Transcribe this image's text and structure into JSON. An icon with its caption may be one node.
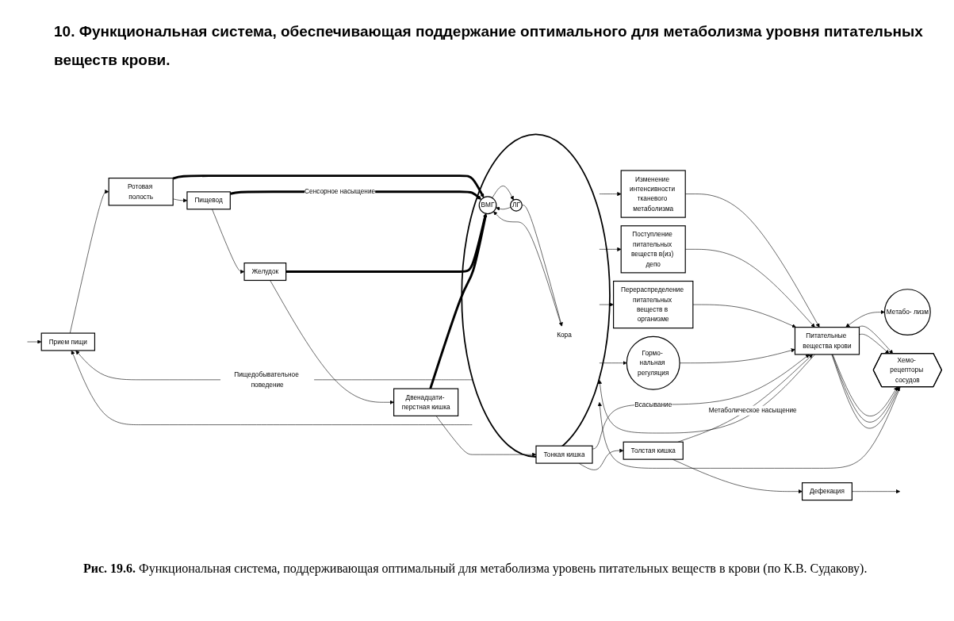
{
  "diagram": {
    "title": "10. Функциональная система, обеспечивающая поддержание оптимального для метаболизма уровня питательных веществ крови.",
    "caption": "**Рис. 19.6.** Функциональная система, поддерживающая оптимальный для метаболизма уровень питательных веществ в крови (по К.В. Судакову).",
    "nodes": [
      {
        "text": [
          "Прием пищи"
        ]
      },
      {
        "text": [
          "Ротовая полость"
        ]
      },
      {
        "text": [
          "Пищевод"
        ]
      },
      {
        "text": [
          "Желудок"
        ]
      },
      {
        "text": [
          "Двенадцати- перстная кишка"
        ]
      },
      {
        "text": [
          "Тонкая кишка"
        ]
      },
      {
        "text": [
          "Толстая кишка"
        ]
      },
      {
        "text": [
          "Дефекация"
        ]
      },
      {
        "text": [],
        "shape": "circle"
      },
      {
        "text": [
          "Кора"
        ],
        "in": 8
      },
      {
        "text": [
          "ЛГ"
        ],
        "in": 8
      },
      {
        "text": [
          "ВМГ"
        ],
        "in": 8
      },
      {
        "text": [
          "Изменение интенсивности тканевого метаболизма"
        ]
      },
      {
        "text": [
          "Поступление питательных веществ в(из) депо"
        ]
      },
      {
        "text": [
          "Перераспределение питательных веществ в организме"
        ]
      },
      {
        "text": [
          "Гормо- нальная регуляция"
        ]
      },
      {
        "text": [
          "Питательные вещества крови"
        ]
      },
      {
        "text": [
          "Метабо- лизм"
        ]
      },
      {
        "text": [
          "Хемо- рецепторы сосудов"
        ]
      }
    ],
    "edges": [
      {
        "from": null,
        "to": 0,
        "arrow": "to"
      },
      {
        "from": 0,
        "to": 1,
        "arrow": "to"
      },
      {
        "from": 1,
        "to": 11,
        "arrow": "to",
        "style": "thick"
      },
      {
        "from": 2,
        "to": 11,
        "arrow": "to",
        "style": "thick",
        "label": "Сенсорное насыщение"
      },
      {
        "from": 3,
        "to": 11,
        "arrow": "to",
        "style": "thick"
      },
      {
        "from": 4,
        "to": 11,
        "arrow": "to",
        "style": "thick"
      },
      {
        "from": 1,
        "to": 2,
        "arrow": "to"
      },
      {
        "from": 2,
        "to": 3,
        "arrow": "to"
      },
      {
        "from": 3,
        "to": 4,
        "arrow": "to"
      },
      {
        "from": 4,
        "to": 5,
        "arrow": "to"
      },
      {
        "from": 5,
        "to": 6,
        "arrow": "to"
      },
      {
        "from": 6,
        "to": 7,
        "arrow": "to"
      },
      {
        "from": 7,
        "to": null,
        "arrow": "to"
      },
      {
        "from": 8,
        "to": 0,
        "arrow": "to",
        "label": "Пищедобывательное поведение"
      },
      {
        "from": 8,
        "to": 0,
        "arrow": "to"
      },
      {
        "from": 10,
        "to": 9,
        "arrow": "to"
      },
      {
        "from": 9,
        "to": 11,
        "arrow": "to"
      },
      {
        "from": 10,
        "to": 11,
        "arrow": "to"
      },
      {
        "from": 11,
        "to": 10,
        "arrow": "to"
      },
      {
        "from": 8,
        "to": 12,
        "arrow": "to"
      },
      {
        "from": 8,
        "to": 13,
        "arrow": "to"
      },
      {
        "from": 8,
        "to": 14,
        "arrow": "to"
      },
      {
        "from": 8,
        "to": 15,
        "arrow": "to"
      },
      {
        "from": 12,
        "to": 16,
        "arrow": "to"
      },
      {
        "from": 13,
        "to": 16,
        "arrow": "to"
      },
      {
        "from": 14,
        "to": 16,
        "arrow": "to"
      },
      {
        "from": 15,
        "to": 16,
        "arrow": "to"
      },
      {
        "from": 16,
        "to": 17,
        "arrow": "both"
      },
      {
        "from": 5,
        "to": 16,
        "arrow": "to",
        "label": "Всасывание"
      },
      {
        "from": 6,
        "to": 16,
        "arrow": "to",
        "label": "Метаболическое насыщение"
      },
      {
        "from": 16,
        "to": 18,
        "arrow": "to"
      },
      {
        "from": 16,
        "to": 18,
        "arrow": "to"
      },
      {
        "from": 16,
        "to": 18,
        "arrow": "to"
      },
      {
        "from": 16,
        "to": 18,
        "arrow": "to"
      },
      {
        "from": 16,
        "to": 18,
        "arrow": "to"
      },
      {
        "from": 16,
        "to": 8,
        "arrow": "to"
      },
      {
        "from": 18,
        "to": 8,
        "arrow": "to"
      }
    ]
  }
}
